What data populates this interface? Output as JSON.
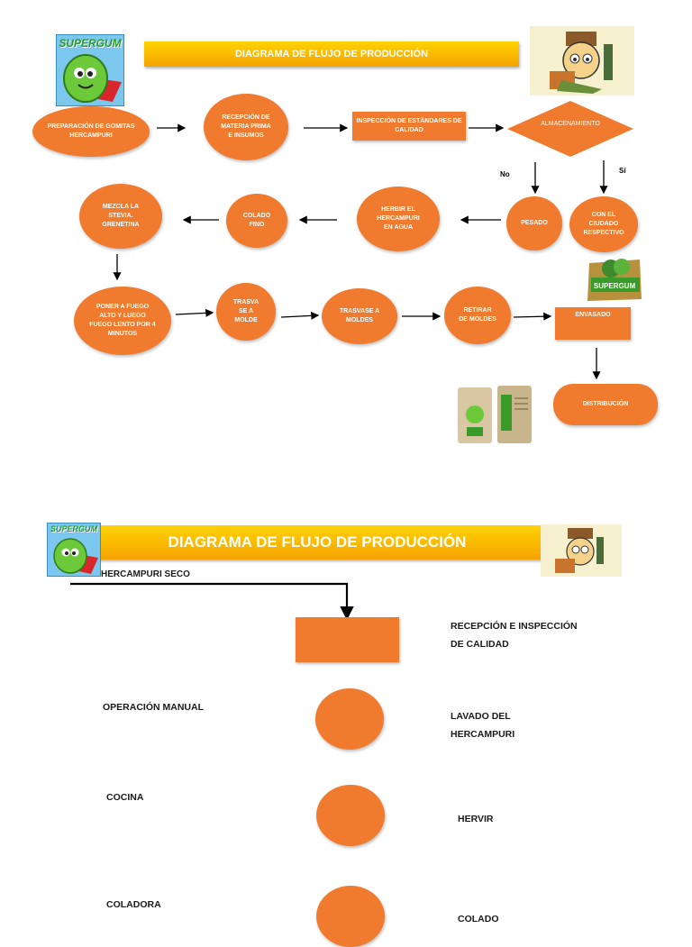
{
  "page1": {
    "title": "DIAGRAMA DE FLUJO DE PRODUCCIÓN",
    "logo_text": "SUPERGUM",
    "nodes": {
      "preparacion": "PREPARACIÓN DE GOMITAS HERCAMPURI",
      "recepcion": "RECEPCIÓN DE MATERIA PRIMA E INSUMOS",
      "inspeccion": "INSPECCIÓN DE ESTÁNDARES DE CALIDAD",
      "almacenamiento": "ALMACENAMIENTO",
      "pesado": "PESADO",
      "con_cuidado": "CON EL CIUDADO RESPECTIVO",
      "hervir": "HERBIR EL HERCAMPURI EN AGUA",
      "colado": "COLADO FINO",
      "mezcla": "MEZCLA LA STEVIA. GRENETINA",
      "poner_fuego": "PONER A FUEGO ALTO Y LUEGO FUEGO LENTO POR 4 MINUTOS",
      "trasva_molde": "TRASVA SE A MOLDE",
      "trasvase_moldes": "TRASVASE A MOLDES",
      "retirar": "RETIRAR DE MOLDES",
      "envasado": "ENVASADO",
      "distribucion": "DISTRIBUCIÓN"
    },
    "branch_no": "No",
    "branch_si": "Sí"
  },
  "page2": {
    "title": "DIAGRAMA DE FLUJO DE PRODUCCIÓN",
    "logo_text": "SUPERGUM",
    "top_label": "HERCAMPURI SECO",
    "rows": [
      {
        "left": "",
        "right": "RECEPCIÓN E INSPECCIÓN DE CALIDAD"
      },
      {
        "left": "OPERACIÓN MANUAL",
        "right": "LAVADO DEL HERCAMPURI"
      },
      {
        "left": "COCINA",
        "right": "HERVIR"
      },
      {
        "left": "COLADORA",
        "right": "COLADO"
      }
    ]
  },
  "colors": {
    "node": "#f07a2e",
    "banner": "#f5b400",
    "arrow": "#000000"
  },
  "icons": [
    "supergum-logo",
    "cartoon-character-image",
    "product-bag-image",
    "product-packages-image"
  ]
}
